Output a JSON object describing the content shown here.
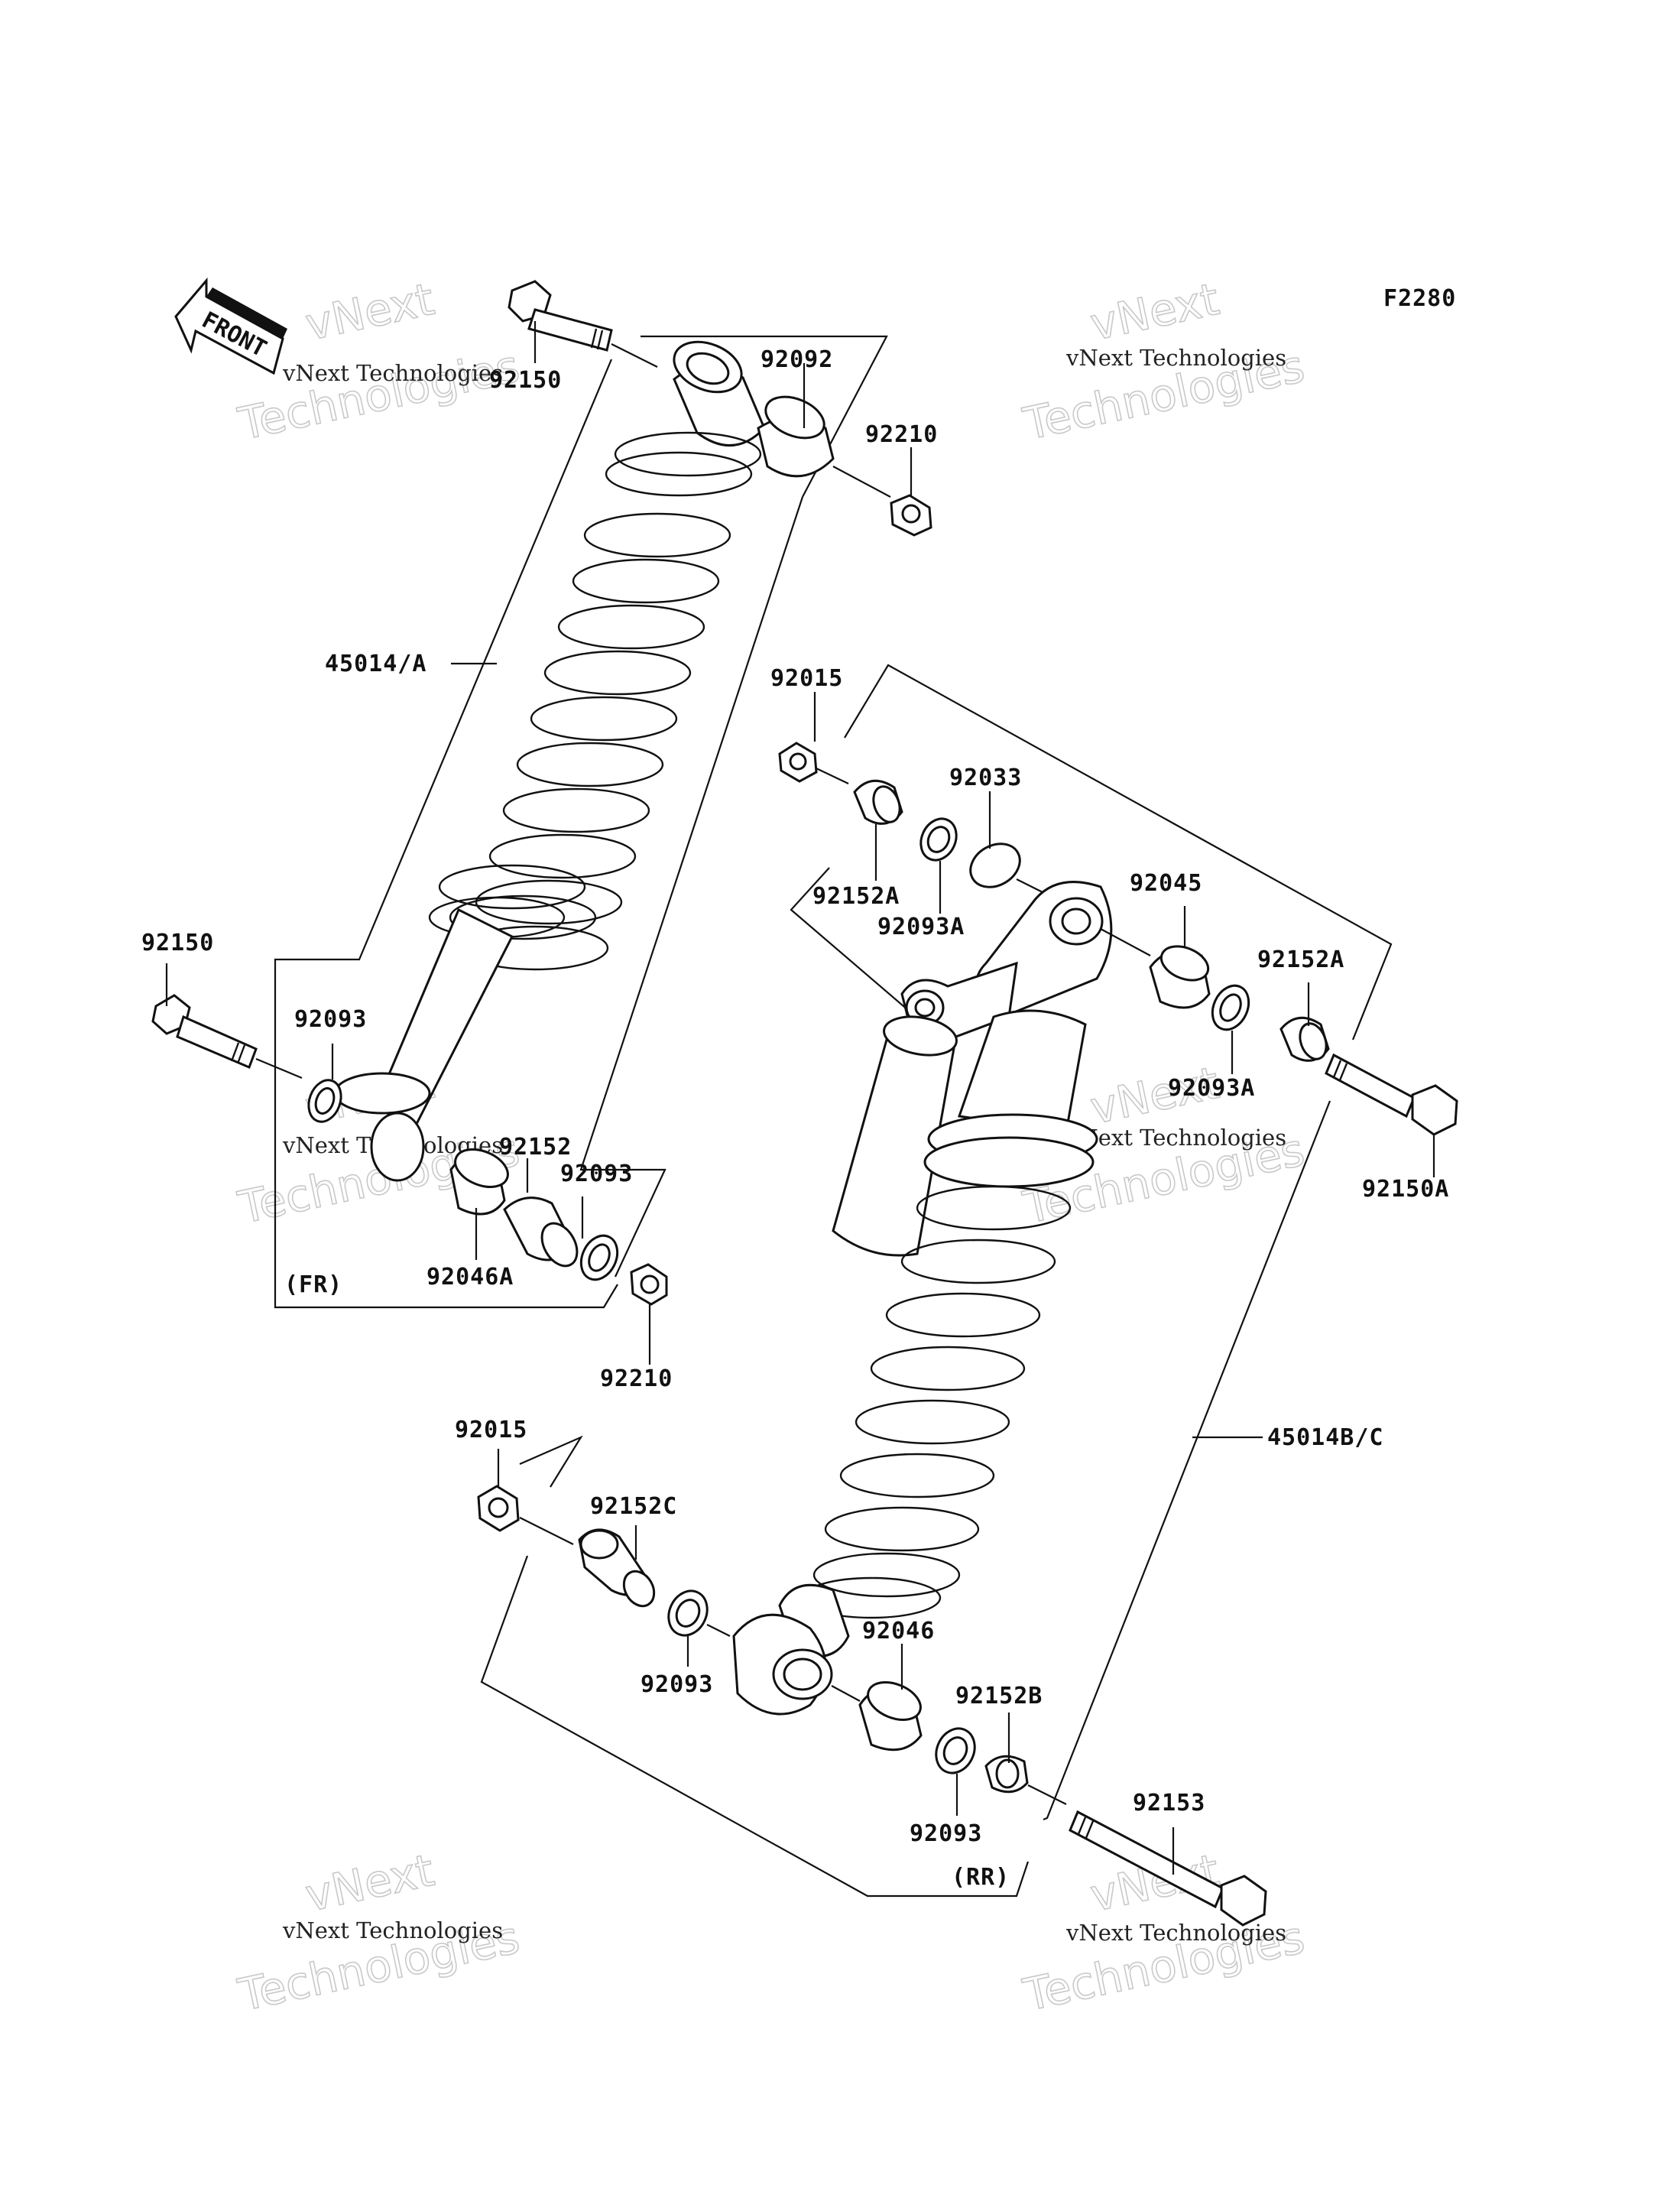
{
  "diagram_code": "F2280",
  "front_arrow_label": "FRONT",
  "labels": {
    "a_92150_top": "92150",
    "a_92092": "92092",
    "a_92210_top": "92210",
    "a_45014A": "45014/A",
    "a_92150_left": "92150",
    "a_92093_left": "92093",
    "a_92152": "92152",
    "a_92093_mid": "92093",
    "a_92046A": "92046A",
    "a_92210_bottom": "92210",
    "a_FR": "(FR)",
    "b_92015_top": "92015",
    "b_92033": "92033",
    "b_92152A_left": "92152A",
    "b_92093A_left": "92093A",
    "b_92045": "92045",
    "b_92152A_right": "92152A",
    "b_92093A_right": "92093A",
    "b_92150A": "92150A",
    "b_45014BC": "45014B/C",
    "b_92015_bottom": "92015",
    "b_92152C": "92152C",
    "b_92093_bottom_left": "92093",
    "b_92046": "92046",
    "b_92152B": "92152B",
    "b_92093_bottom_right": "92093",
    "b_92153": "92153",
    "b_RR": "(RR)"
  },
  "watermark": {
    "brand_top": "vNext",
    "brand_bottom": "Technologies",
    "caption": "vNext Technologies"
  }
}
